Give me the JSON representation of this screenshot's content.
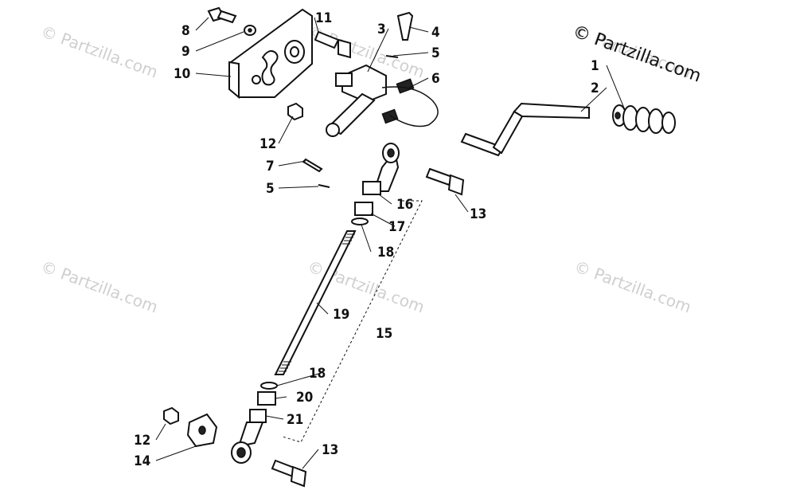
{
  "copyright": "© Partzilla.com",
  "watermarks": [
    "© Partzilla.com",
    "© Partzilla.com",
    "© Partzilla.com",
    "© Partzilla.com",
    "© Partzilla.com",
    "© Partzilla.com"
  ],
  "callouts": [
    "1",
    "2",
    "3",
    "4",
    "5",
    "6",
    "7",
    "5",
    "8",
    "9",
    "10",
    "11",
    "12",
    "13",
    "16",
    "17",
    "18",
    "19",
    "15",
    "18",
    "20",
    "21",
    "12",
    "14",
    "13"
  ]
}
